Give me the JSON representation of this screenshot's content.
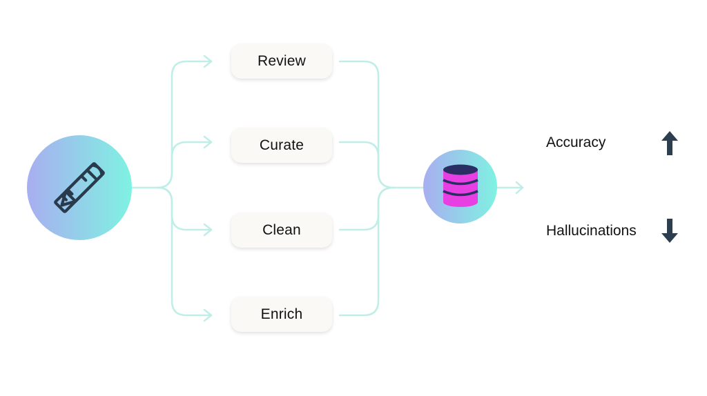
{
  "steps": [
    {
      "label": "Review"
    },
    {
      "label": "Curate"
    },
    {
      "label": "Clean"
    },
    {
      "label": "Enrich"
    }
  ],
  "outcomes": [
    {
      "label": "Accuracy",
      "direction": "up",
      "icon": "arrow-up-icon"
    },
    {
      "label": "Hallucinations",
      "direction": "down",
      "icon": "arrow-down-icon"
    }
  ],
  "colors": {
    "connector": "#bfeee8",
    "gradient_start": "#a8aef0",
    "gradient_end": "#7ff2e2",
    "icon_stroke": "#2a3a4d",
    "database_top": "#2b2e63",
    "database_body": "#e83fe3",
    "arrow": "#2d3e50",
    "step_background": "#fbf9f5"
  },
  "icons": {
    "source": "pencil-ruler-icon",
    "target": "database-icon"
  }
}
